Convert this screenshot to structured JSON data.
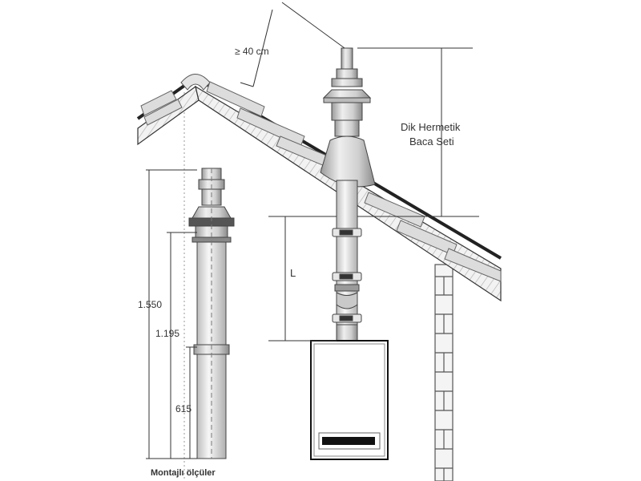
{
  "labels": {
    "clearance": "≥ 40 cm",
    "product_name_line1": "Dik Hermetik",
    "product_name_line2": "Baca Seti",
    "length_symbol": "L",
    "dim_total": "1.550",
    "dim_middle": "1.195",
    "dim_lower": "615",
    "caption": "Montajlı ölçüler"
  }
}
